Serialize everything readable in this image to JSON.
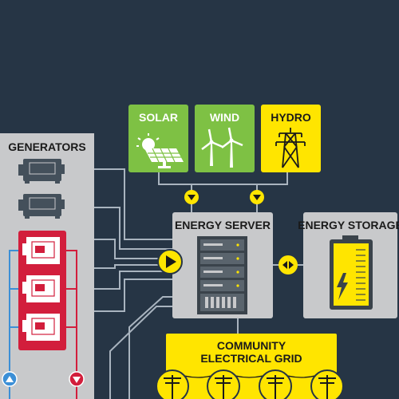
{
  "generators": {
    "title": "GENERATORS"
  },
  "renewables": [
    {
      "label": "SOLAR",
      "icon": "solar-panel-icon"
    },
    {
      "label": "WIND",
      "icon": "wind-turbine-icon"
    },
    {
      "label": "HYDRO",
      "icon": "transmission-tower-icon"
    }
  ],
  "server": {
    "title": "ENERGY SERVER",
    "icon": "server-rack-icon"
  },
  "storage": {
    "title": "ENERGY STORAGE",
    "icon": "battery-icon"
  },
  "grid": {
    "line1": "COMMUNITY",
    "line2": "ELECTRICAL GRID",
    "icon": "power-pole-icon"
  },
  "colors": {
    "background": "#263545",
    "panel": "#c8c9cb",
    "renewable_green": "#7ec144",
    "accent_yellow": "#ffe500",
    "generator_red": "#d21e3c",
    "line_blue": "#3c8fd6",
    "connector": "#a9b4bf"
  }
}
